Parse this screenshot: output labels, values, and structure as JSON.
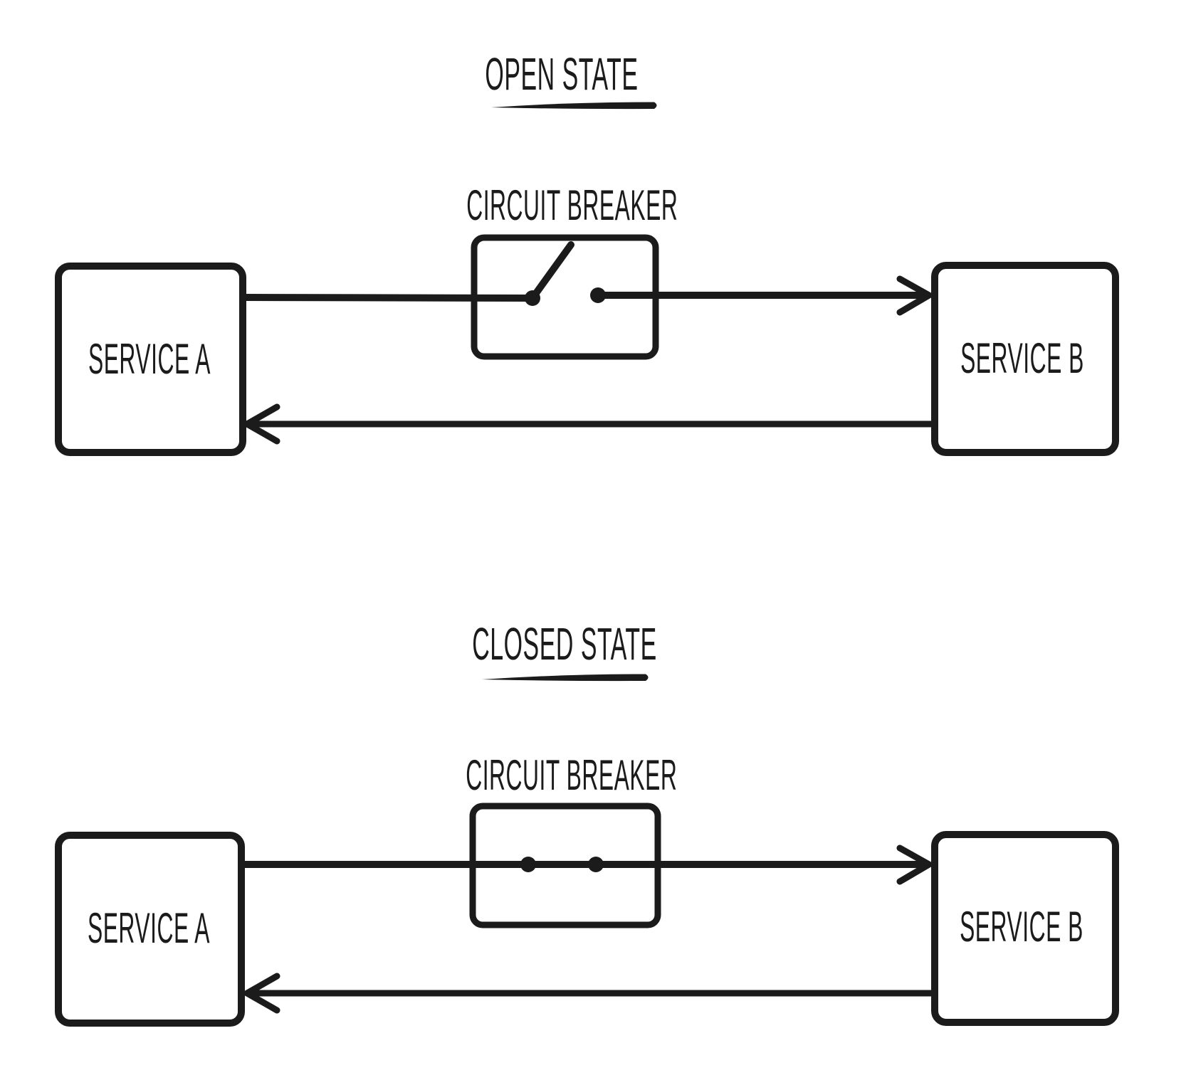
{
  "canvas": {
    "background_color": "#ffffff",
    "ink_color": "#1b1b1b"
  },
  "diagrams": [
    {
      "name": "open-state",
      "title": "OPEN STATE",
      "circuit_breaker_label": "CIRCUIT BREAKER",
      "breaker_switch_state": "open",
      "service_a_label": "SERVICE A",
      "service_b_label": "SERVICE B"
    },
    {
      "name": "closed-state",
      "title": "CLOSED STATE",
      "circuit_breaker_label": "CIRCUIT BREAKER",
      "breaker_switch_state": "closed",
      "service_a_label": "SERVICE A",
      "service_b_label": "SERVICE B"
    }
  ]
}
